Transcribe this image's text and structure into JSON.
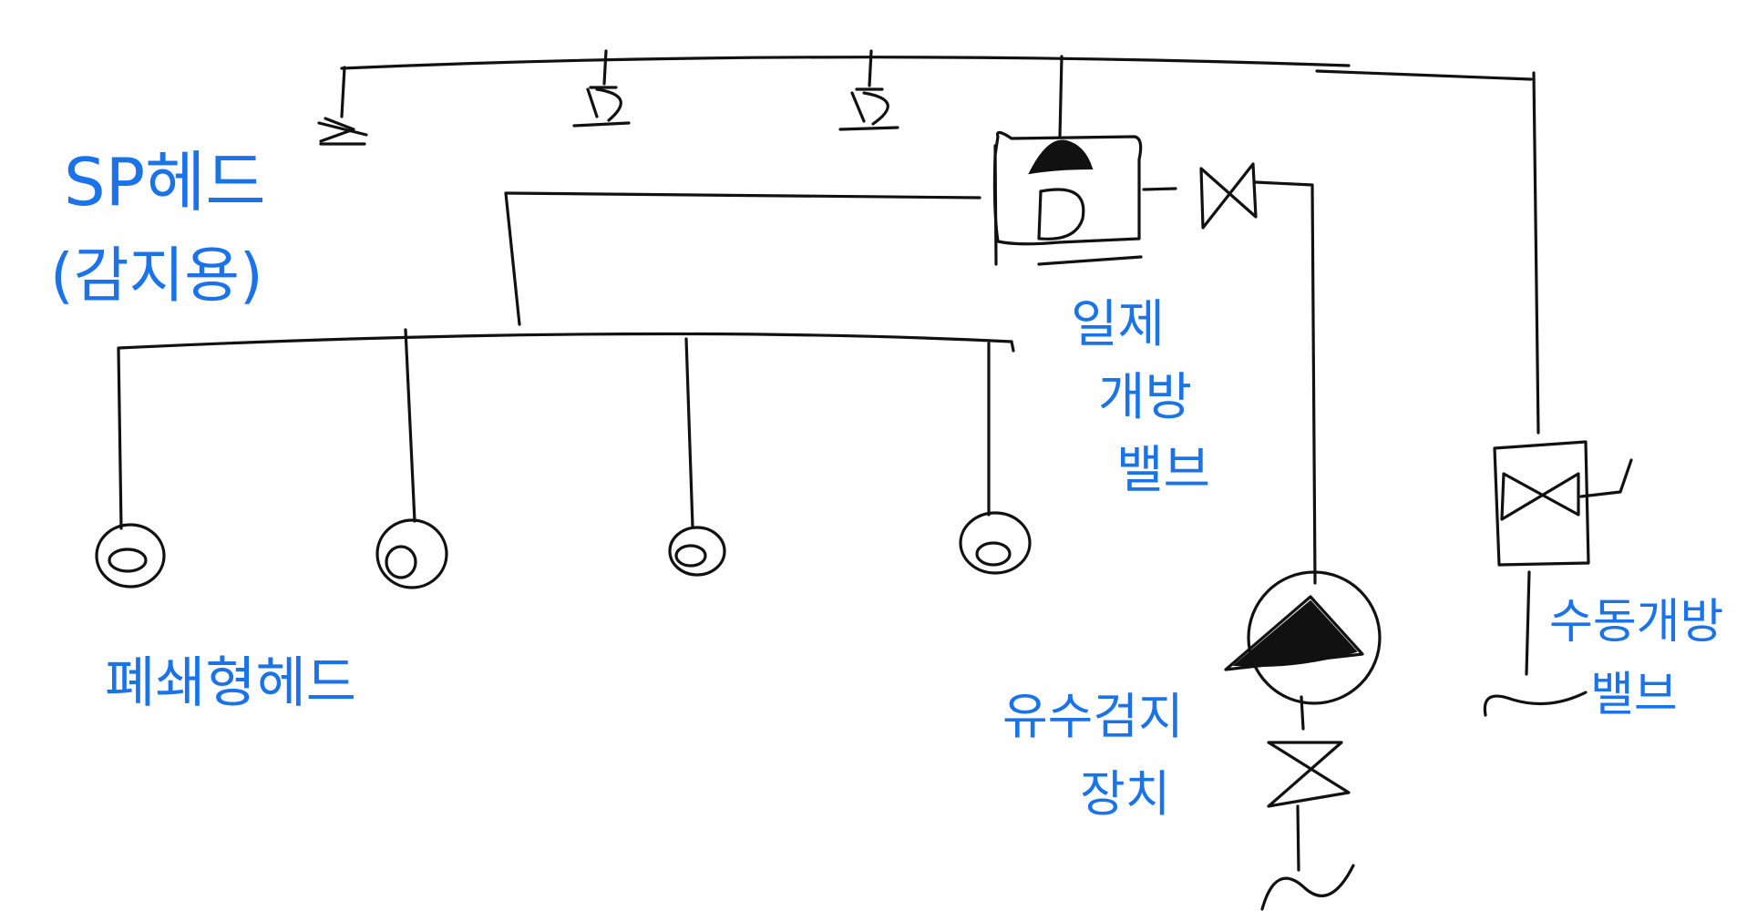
{
  "annotations": {
    "sp_head": "SP헤드",
    "sp_head_sub": "(감지용)",
    "fire_head": "폐쇄형헤드",
    "solenoid_valve_l1": "일제",
    "solenoid_valve_l2": "개방",
    "solenoid_valve_l3": "밸브",
    "flow_device_l1": "유수검지",
    "flow_device_l2": "장치",
    "manual_valve_l1": "수동개방",
    "manual_valve_l2": "밸브"
  },
  "colors": {
    "ink": "#111111",
    "note": "#1a73e8"
  }
}
